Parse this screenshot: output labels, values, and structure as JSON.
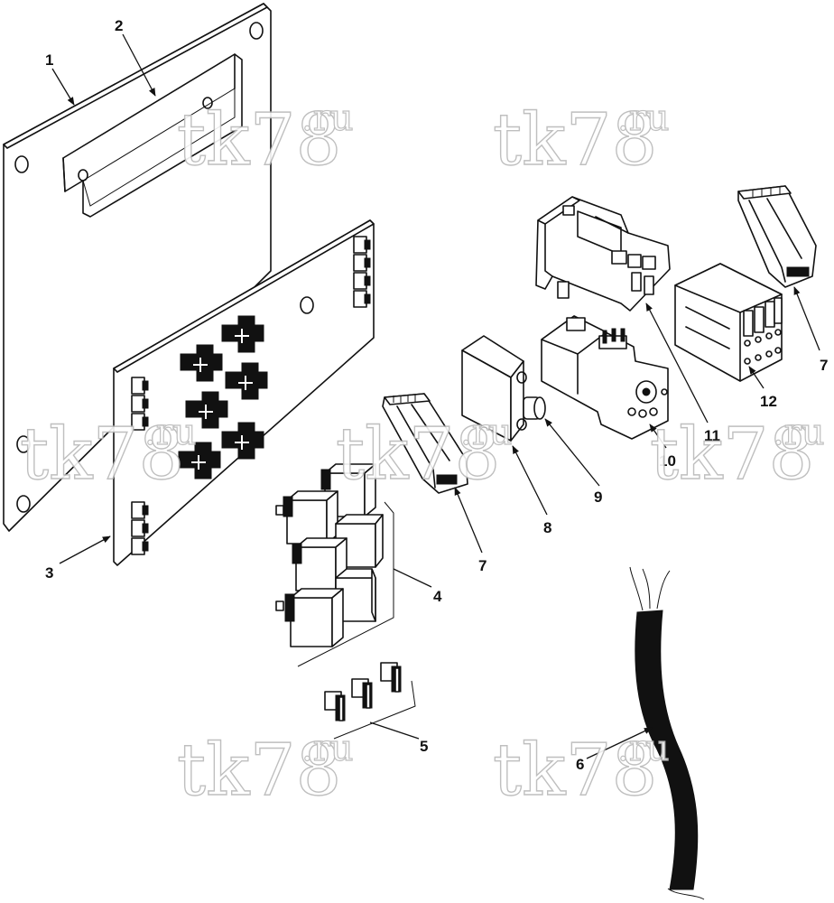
{
  "watermark": {
    "main": "tk78",
    "suffix": ".ru"
  },
  "callouts": [
    {
      "id": "c1",
      "label": "1"
    },
    {
      "id": "c2",
      "label": "2"
    },
    {
      "id": "c3",
      "label": "3"
    },
    {
      "id": "c4",
      "label": "4"
    },
    {
      "id": "c5",
      "label": "5"
    },
    {
      "id": "c6",
      "label": "6"
    },
    {
      "id": "c7a",
      "label": "7"
    },
    {
      "id": "c7b",
      "label": "7"
    },
    {
      "id": "c8",
      "label": "8"
    },
    {
      "id": "c9",
      "label": "9"
    },
    {
      "id": "c10",
      "label": "10"
    },
    {
      "id": "c11",
      "label": "11"
    },
    {
      "id": "c12",
      "label": "12"
    }
  ]
}
